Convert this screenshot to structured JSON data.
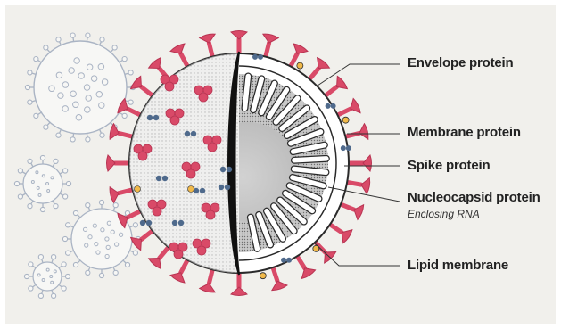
{
  "colors": {
    "spike": "#d94a68",
    "spike_dark": "#b83452",
    "membrane_protein": "#4f6a8c",
    "envelope_protein": "#f0b94a",
    "outline": "#2a2a2a",
    "background": "#f1f0ec"
  },
  "labels": {
    "envelope": "Envelope protein",
    "membrane": "Membrane protein",
    "spike": "Spike protein",
    "nucleocapsid": "Nucleocapsid protein",
    "nucleocapsid_sub": "Enclosing RNA",
    "lipid": "Lipid membrane"
  }
}
